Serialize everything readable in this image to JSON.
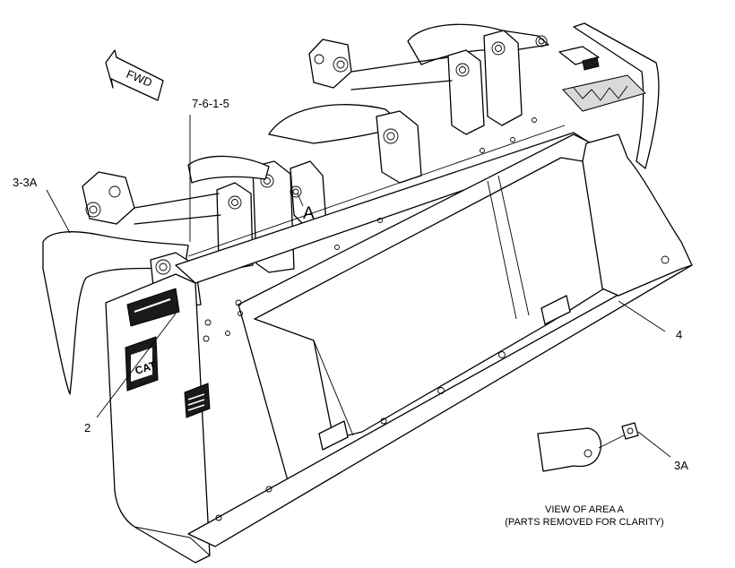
{
  "diagram": {
    "callouts": {
      "ref_7_6_1_5": "7-6-1-5",
      "ref_3_3a": "3-3A",
      "ref_2": "2",
      "ref_4": "4",
      "ref_3a": "3A",
      "area_a": "A"
    },
    "direction_arrow": "FWD",
    "view_caption": {
      "line1": "VIEW OF AREA A",
      "line2": "(PARTS REMOVED FOR CLARITY)"
    },
    "icons": [
      "fwd-arrow-icon",
      "cat-logo-icon",
      "bolt-icon"
    ]
  }
}
